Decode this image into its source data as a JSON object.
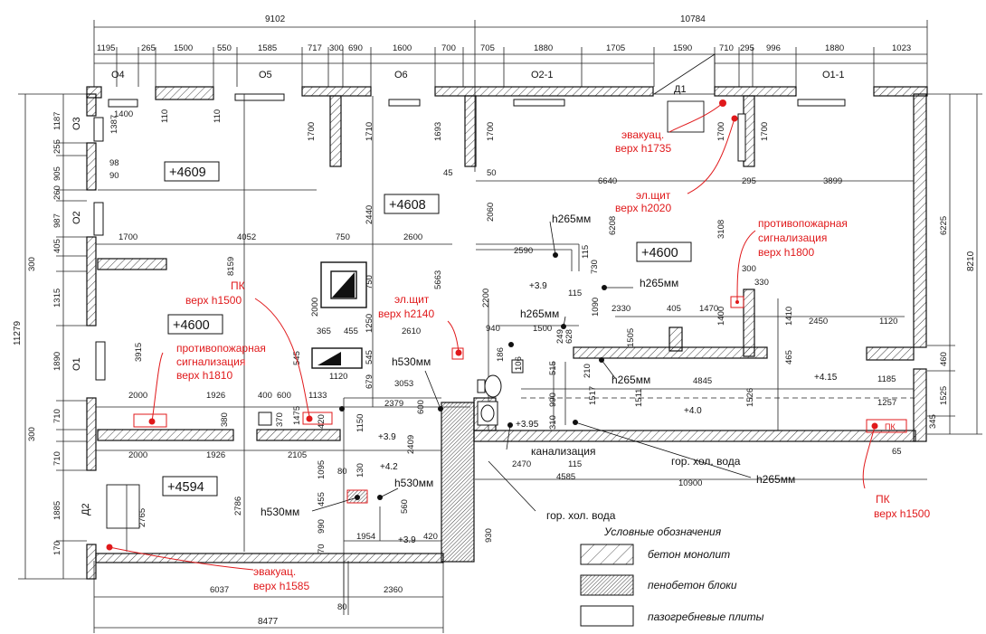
{
  "overall": {
    "top_left": "9102",
    "top_right": "10784",
    "left_total": "11279",
    "right_total": "8210",
    "bottom_total": "8477",
    "bottom_mid": "10900"
  },
  "top_dims": [
    "1195",
    "265",
    "1500",
    "550",
    "1585",
    "717",
    "300",
    "690",
    "1600",
    "700",
    "705",
    "1880",
    "1705",
    "1590",
    "710",
    "295",
    "996",
    "1880",
    "1023"
  ],
  "windows": {
    "o4": "О4",
    "o5": "О5",
    "o6": "О6",
    "o2_1": "О2-1",
    "o1_1": "О1-1",
    "o3": "О3",
    "o2": "О2",
    "o1": "О1"
  },
  "doors": {
    "d1": "Д1",
    "d2": "Д2"
  },
  "left_dims": [
    "1187",
    "255",
    "905",
    "260",
    "987",
    "405",
    "300",
    "1315",
    "1890",
    "710",
    "300",
    "710",
    "1885",
    "170"
  ],
  "right_dims": [
    "6225",
    "460",
    "1525",
    "345"
  ],
  "elevations": {
    "e1": "+4609",
    "e2": "+4608",
    "e3": "+4600",
    "e4": "+4600",
    "e5": "+4594"
  },
  "small_elev": {
    "a": "+3.9",
    "b": "+3.95",
    "c": "+4.0",
    "d": "+4.15",
    "e": "+3.9",
    "f": "+4.2",
    "g": "+3.9"
  },
  "inner_dims": {
    "d1400": "1400",
    "d110a": "110",
    "d110b": "110",
    "d1387": "1387",
    "d98": "98",
    "d90": "90",
    "d1700a": "1700",
    "d1710": "1710",
    "d1693": "1693",
    "d1700b": "1700",
    "d1700c": "1700",
    "d1700d": "1700",
    "d45": "45",
    "d50": "50",
    "d6640": "6640",
    "d295": "295",
    "d3899": "3899",
    "d2440": "2440",
    "d2060": "2060",
    "d6208": "6208",
    "d3108": "3108",
    "d1700e": "1700",
    "d4052": "4052",
    "d750a": "750",
    "d2600": "2600",
    "d2590": "2590",
    "d8159": "8159",
    "d5663": "5663",
    "d3915": "3915",
    "d750b": "750",
    "d2000a": "2000",
    "d1250": "1250",
    "d365": "365",
    "d455": "455",
    "d2610": "2610",
    "d545a": "545",
    "d545b": "545",
    "d1120a": "1120",
    "d679": "679",
    "d2200": "2200",
    "d940": "940",
    "d115a": "115",
    "d730": "730",
    "d115b": "115",
    "d1090": "1090",
    "d2330": "2330",
    "d405": "405",
    "d1470": "1470",
    "d1400b": "1400",
    "d1410": "1410",
    "d2450": "2450",
    "d1120b": "1120",
    "d300": "300",
    "d330": "330",
    "d1500": "1500",
    "d628": "628",
    "d1505": "1505",
    "d4845": "4845",
    "d465": "465",
    "d1185": "1185",
    "d1257": "1257",
    "d2000b": "2000",
    "d1926a": "1926",
    "d400": "400",
    "d600": "600",
    "d1133": "1133",
    "d3053": "3053",
    "d2379": "2379",
    "d600b": "600",
    "d1475": "1475",
    "d380": "380",
    "d370": "370",
    "d420a": "420",
    "d2000c": "2000",
    "d1926b": "1926",
    "d2105": "2105",
    "d1150": "1150",
    "d2409": "2409",
    "d1095": "1095",
    "d80a": "80",
    "d130": "130",
    "d2470": "2470",
    "d115c": "115",
    "d4585": "4585",
    "d2786": "2786",
    "d2765": "2765",
    "d455b": "455",
    "d990": "990",
    "d560": "560",
    "d1954": "1954",
    "d420b": "420",
    "d70": "70",
    "d930": "930",
    "d6037": "6037",
    "d2360": "2360",
    "d80b": "80",
    "d65": "65",
    "d1511": "1511",
    "d1526": "1526",
    "d1517": "1517",
    "d990b": "990",
    "d310": "310",
    "d186": "186",
    "d515": "515",
    "d106": "106",
    "d249": "249",
    "d210": "210"
  },
  "pipes": {
    "h1": "h265мм",
    "h2": "h265мм",
    "h3": "h265мм",
    "h4": "h265мм",
    "h5": "h530мм",
    "h6": "h530мм",
    "h7": "h530мм",
    "h8": "h265мм"
  },
  "notes": {
    "kanal": "канализация",
    "hol1": "гор. хол. вода",
    "hol2": "гор. хол. вода"
  },
  "red_notes": {
    "evac1_l1": "эвакуац.",
    "evac1_l2": "верх h1735",
    "elshield1_l1": "эл.щит",
    "elshield1_l2": "верх h2020",
    "fire1_l1": "противопожарная",
    "fire1_l2": "сигнализация",
    "fire1_l3": "верх h1800",
    "pk1_l1": "ПК",
    "pk1_l2": "верх h1500",
    "elshield2_l1": "эл.щит",
    "elshield2_l2": "верх h2140",
    "fire2_l1": "противопожарная",
    "fire2_l2": "сигнализация",
    "fire2_l3": "верх h1810",
    "pk2_l1": "ПК",
    "pk2_l2": "верх h1500",
    "evac2_l1": "эвакуац.",
    "evac2_l2": "верх h1585",
    "pk_box": "ПК"
  },
  "legend": {
    "title": "Условные обозначения",
    "items": [
      "бетон монолит",
      "пенобетон блоки",
      "пазогребневые плиты"
    ]
  },
  "colors": {
    "red": "#e0191b",
    "line": "#111111"
  }
}
